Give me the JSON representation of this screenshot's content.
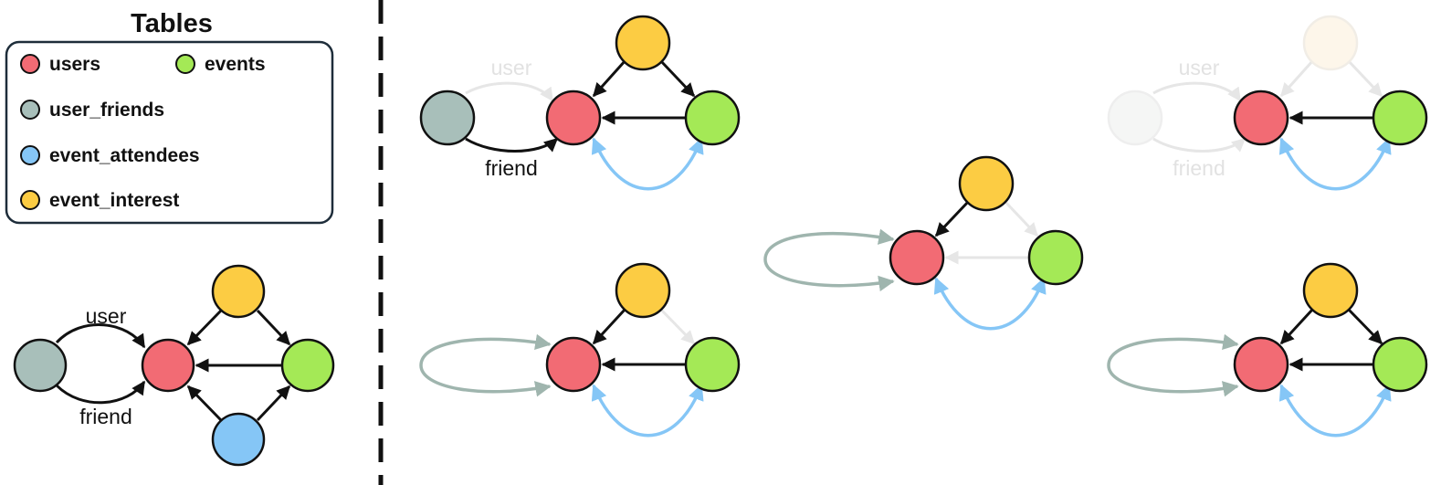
{
  "legend": {
    "title": "Tables",
    "items": [
      {
        "key": "users",
        "label": "users",
        "color": "#f26b74"
      },
      {
        "key": "events",
        "label": "events",
        "color": "#a4e956"
      },
      {
        "key": "user_friends",
        "label": "user_friends",
        "color": "#a8bfba"
      },
      {
        "key": "event_attendees",
        "label": "event_attendees",
        "color": "#85c6f6"
      },
      {
        "key": "event_interest",
        "label": "event_interest",
        "color": "#fccc43"
      }
    ]
  },
  "colors": {
    "edge": "#111111",
    "faded_edge": "#e6e6e6",
    "attendee_edge": "#85c6f6",
    "friend_loop": "#9fb5ae",
    "faded_label": "#e2e2e2",
    "label": "#111111",
    "divider": "#111111"
  },
  "edge_labels": {
    "user": "user",
    "friend": "friend"
  }
}
